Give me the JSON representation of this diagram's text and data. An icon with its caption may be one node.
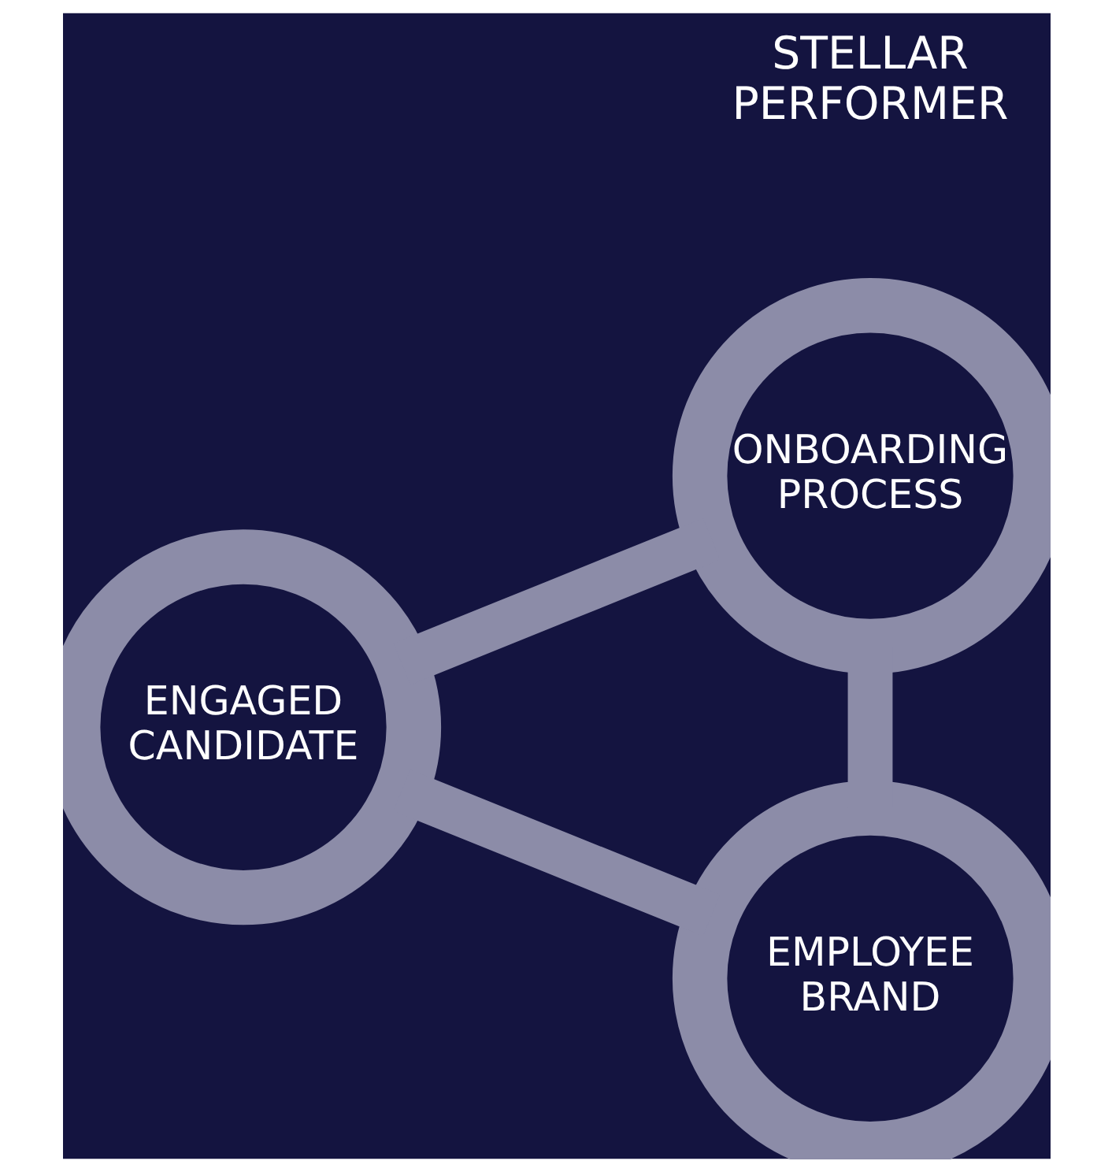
{
  "diagram": {
    "nodes": [
      {
        "text": [
          "ONBOARDING PROCESS"
        ]
      },
      {
        "text": [
          "ENGAGED CANDIDATE"
        ]
      },
      {
        "text": [
          "EMPLOYEE BRAND"
        ]
      }
    ],
    "edges": [
      {
        "from": 1,
        "to": 0,
        "arrow": "none"
      },
      {
        "from": 0,
        "to": 2,
        "arrow": "none"
      },
      {
        "from": 2,
        "to": 1,
        "arrow": "none"
      }
    ],
    "labels": [
      "STELLAR PERFORMER"
    ]
  }
}
